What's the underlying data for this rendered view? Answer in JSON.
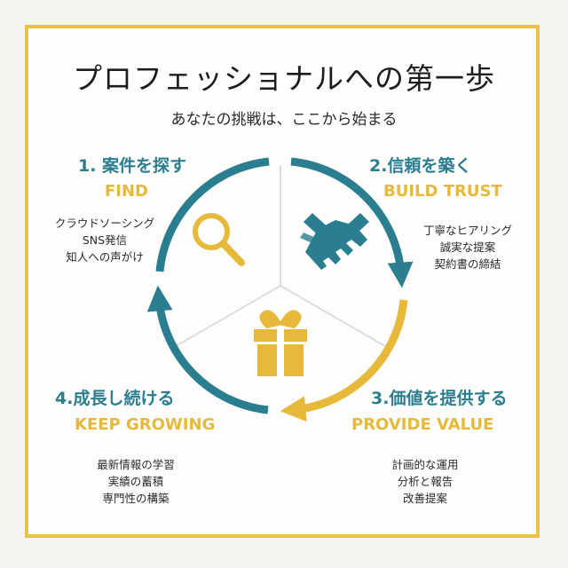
{
  "header": {
    "title": "プロフェッショナルへの第一歩",
    "subtitle": "あなたの挑戦は、ここから始まる"
  },
  "steps": [
    {
      "title": "1. 案件を探す",
      "en": "FIND",
      "icon": "magnifier-icon",
      "items": [
        "クラウドソーシング",
        "SNS発信",
        "知人への声がけ"
      ]
    },
    {
      "title": "2.信頼を築く",
      "en": "BUILD TRUST",
      "icon": "handshake-icon",
      "items": [
        "丁寧なヒアリング",
        "誠実な提案",
        "契約書の締結"
      ]
    },
    {
      "title": "3.価値を提供する",
      "en": "PROVIDE VALUE",
      "icon": "gift-icon",
      "items": [
        "計画的な運用",
        "分析と報告",
        "改善提案"
      ]
    },
    {
      "title": "4.成長し続ける",
      "en": "KEEP GROWING",
      "items": [
        "最新情報の学習",
        "実績の蓄積",
        "専門性の構築"
      ]
    }
  ],
  "colors": {
    "teal": "#2b7e8f",
    "gold": "#e6b93a",
    "border": "#e9c23f",
    "divider": "#dcdcdc"
  }
}
